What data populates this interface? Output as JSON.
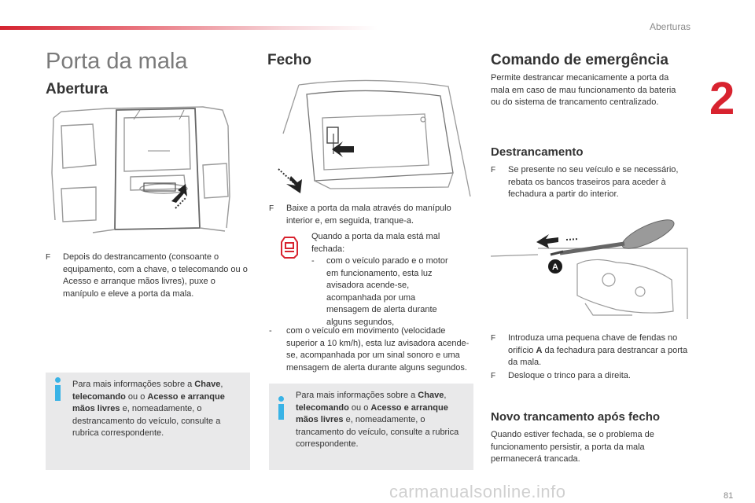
{
  "header": {
    "section": "Aberturas",
    "chapter_number": "2"
  },
  "page_title": "Porta da mala",
  "col1": {
    "heading": "Abertura",
    "bullet": "Depois do destrancamento (consoante o equipamento, com a chave, o telecomando ou o Acesso e arranque mãos livres), puxe o manípulo e eleve a porta da mala.",
    "info": {
      "pre": "Para mais informações sobre a ",
      "b1": "Chave",
      "s1": ", ",
      "b2": "telecomando",
      "s2": " ou o ",
      "b3": "Acesso e arranque mãos livres",
      "post": " e, nomeadamente, o destrancamento do veículo, consulte a rubrica correspondente."
    }
  },
  "col2": {
    "heading": "Fecho",
    "bullet": "Baixe a porta da mala através do manípulo interior e, em seguida, tranque-a.",
    "warning_text": "Quando a porta da mala está mal fechada:",
    "dash1": "com o veículo parado e o motor em funcionamento, esta luz avisadora acende-se, acompanhada por uma mensagem de alerta durante alguns segundos,",
    "dash2": "com o veículo em movimento (velocidade superior a 10 km/h), esta luz avisadora acende-se, acompanhada por um sinal sonoro e uma mensagem de alerta durante alguns segundos.",
    "info": {
      "pre": "Para mais informações sobre a ",
      "b1": "Chave",
      "s1": ", ",
      "b2": "telecomando",
      "s2": " ou o ",
      "b3": "Acesso e arranque mãos livres",
      "post": " e, nomeadamente, o trancamento do veículo, consulte a rubrica correspondente."
    }
  },
  "col3": {
    "heading": "Comando de emergência",
    "intro": "Permite destrancar mecanicamente a porta da mala em caso de mau funcionamento da bateria ou do sistema de trancamento centralizado.",
    "sub1": "Destrancamento",
    "bullet1": "Se presente no seu veículo e se necessário, rebata os bancos traseiros para aceder à fechadura a partir do interior.",
    "label_a": "A",
    "bullet2_pre": "Introduza uma pequena chave de fendas no orifício ",
    "bullet2_bold": "A",
    "bullet2_post": " da fechadura para destrancar a porta da mala.",
    "bullet3": "Desloque o trinco para a direita.",
    "sub2": "Novo trancamento após fecho",
    "outro": "Quando estiver fechada, se o problema de funcionamento persistir, a porta da mala permanecerá trancada."
  },
  "footer": {
    "page_number": "81",
    "watermark": "carmanualsonline.info"
  },
  "colors": {
    "accent_red": "#d8232f",
    "info_blue": "#39b3e6",
    "info_bg": "#e9e9ea"
  }
}
